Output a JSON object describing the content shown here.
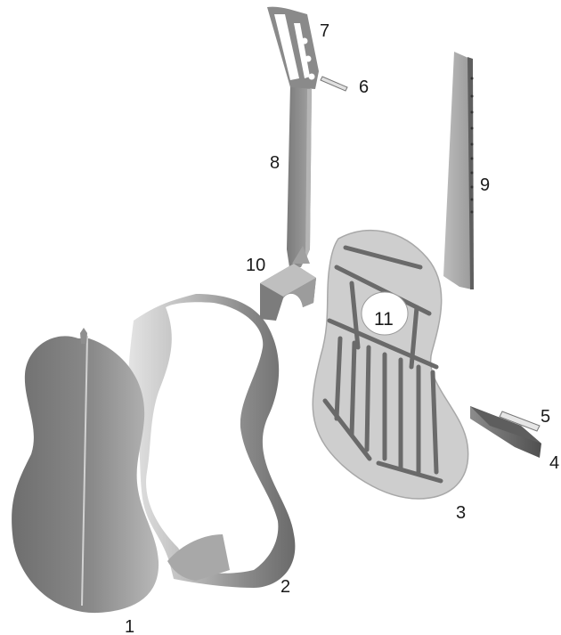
{
  "diagram": {
    "labels": {
      "back": "1",
      "sides": "2",
      "soundboard": "3",
      "bridge": "4",
      "saddle": "5",
      "nut": "6",
      "headstock": "7",
      "neck": "8",
      "fretboard": "9",
      "heel": "10",
      "soundhole": "11"
    }
  }
}
